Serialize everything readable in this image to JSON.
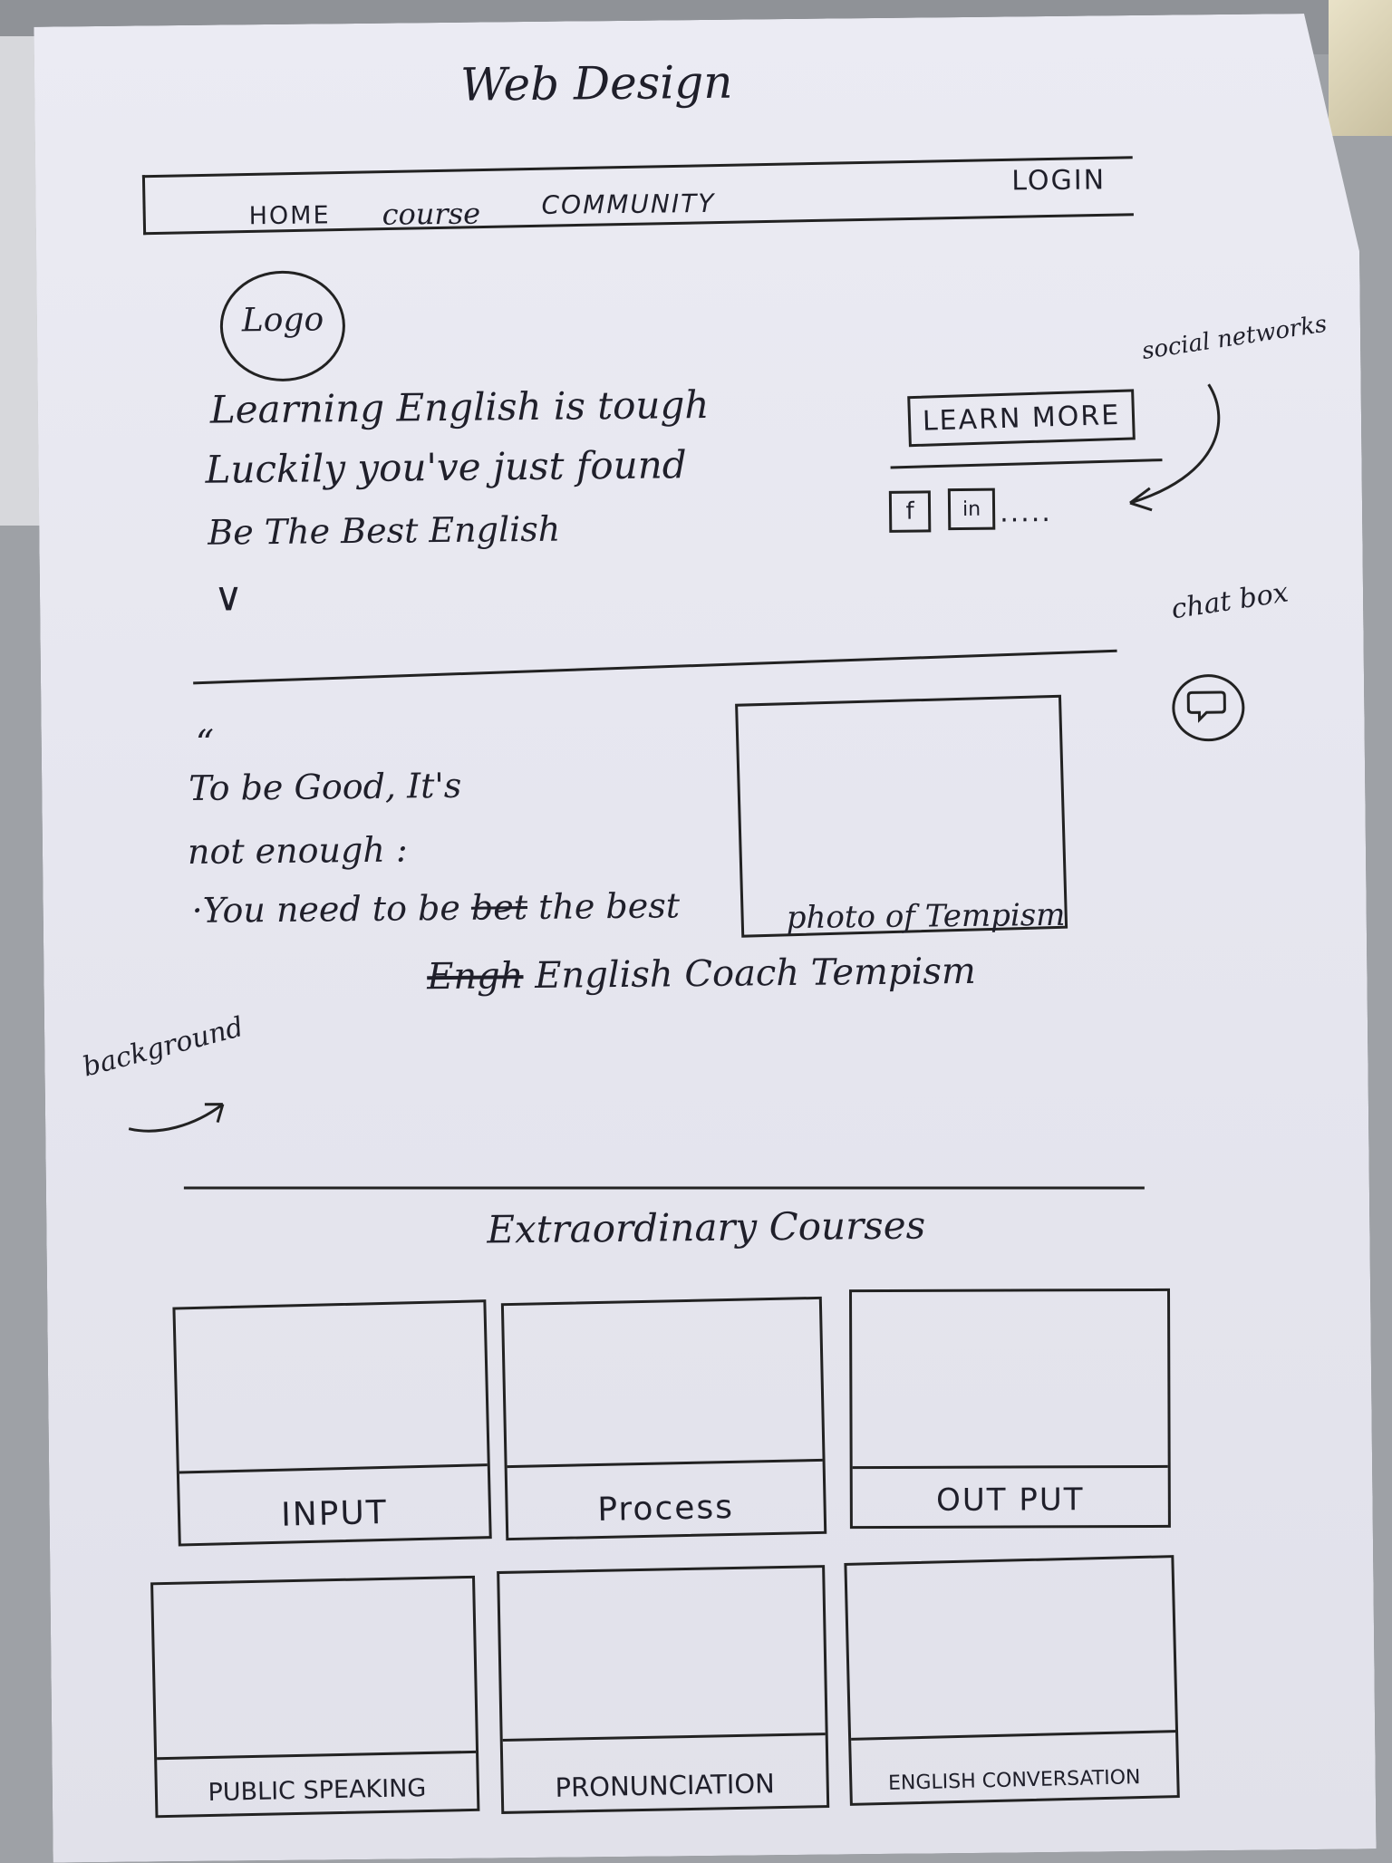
{
  "sketch": {
    "title": "Web Design",
    "nav": {
      "home": "HOME",
      "course": "course",
      "community": "COMMUNITY",
      "login": "LOGIN"
    },
    "logo_label": "Logo",
    "hero": {
      "line1": "Learning English is tough",
      "line2": "Luckily you've just found",
      "line3": "Be The Best English"
    },
    "learn_more": "LEARN MORE",
    "social": {
      "facebook": "f",
      "linkedin": "in",
      "more": ".....",
      "annotation": "social networks"
    },
    "chat_annotation": "chat box",
    "quote": {
      "mark": "“",
      "line1": "To be Good, It's",
      "line2": "not enough :",
      "line3_prefix": "·You need to be ",
      "line3_struck": "bet",
      "line3_suffix": " the best",
      "line4_prefix": "background ",
      "line4_struck": "Engh",
      "line4_suffix": " English Coach Tempism"
    },
    "photo_caption": "photo of Tempism",
    "courses_title": "Extraordinary Courses",
    "courses": [
      "INPUT",
      "Process",
      "OUT PUT",
      "PUBLIC SPEAKING",
      "PRONUNCIATION",
      "ENGLISH CONVERSATION"
    ]
  },
  "colors": {
    "ink": "#1f1f2a",
    "paper": "#e6e6ef",
    "desk": "#9ea1a6"
  }
}
